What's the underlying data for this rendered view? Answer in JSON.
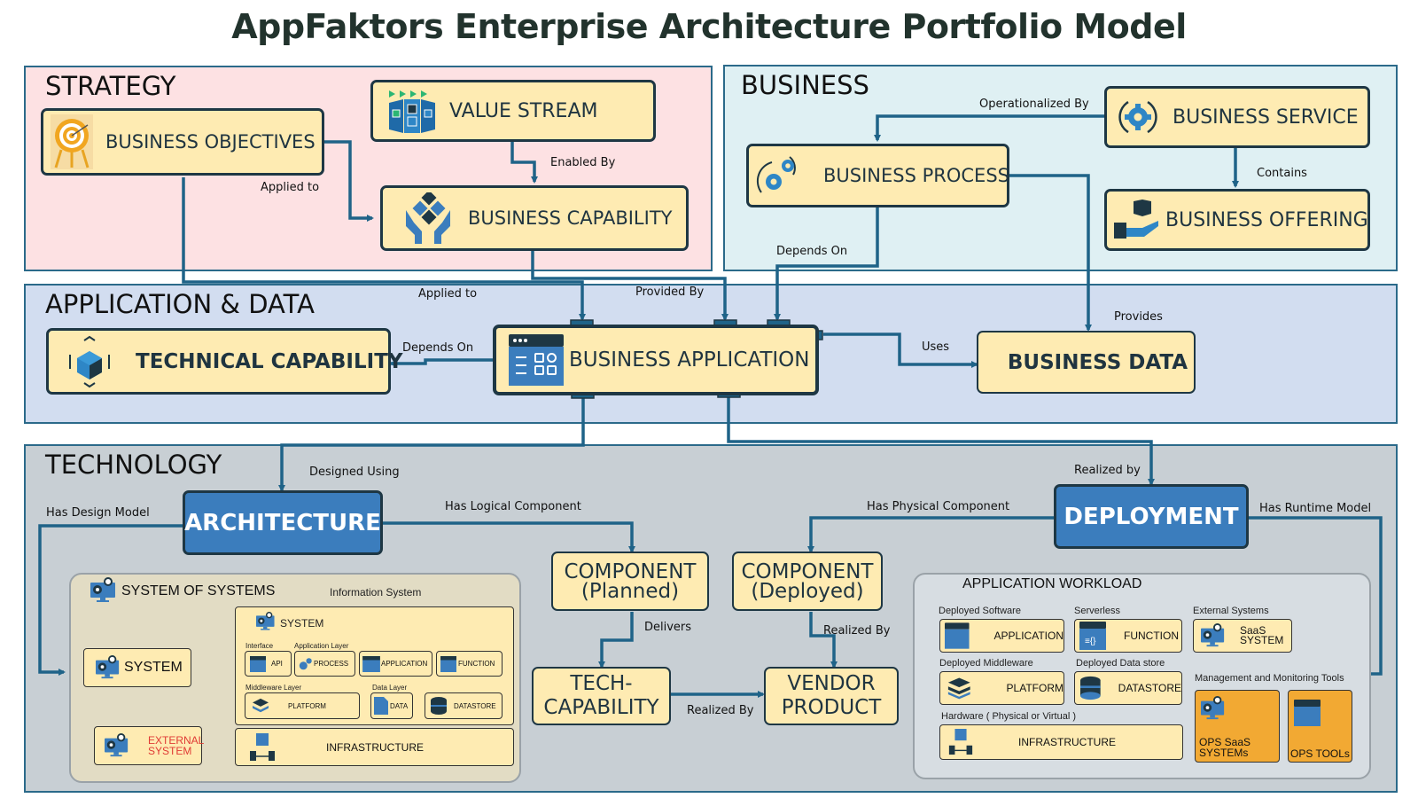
{
  "title": "AppFaktors Enterprise Architecture Portfolio Model",
  "colors": {
    "region_strategy": "#fde1e3",
    "region_business": "#dff0f3",
    "region_appdata": "#d2ddf0",
    "region_technology": "#c8cfd4",
    "node_fill": "#feebb2",
    "node_blue": "#3b7dbd",
    "connector": "#1f6388",
    "ops_fill": "#f2a933",
    "external_text": "#e03b35"
  },
  "regions": {
    "strategy": "STRATEGY",
    "business": "BUSINESS",
    "appdata": "APPLICATION & DATA",
    "technology": "TECHNOLOGY"
  },
  "nodes": {
    "business_objectives": "BUSINESS OBJECTIVES",
    "value_stream": "VALUE STREAM",
    "business_capability": "BUSINESS CAPABILITY",
    "business_service": "BUSINESS SERVICE",
    "business_process": "BUSINESS PROCESS",
    "business_offering": "BUSINESS OFFERING",
    "technical_capability": "TECHNICAL CAPABILITY",
    "business_application": "BUSINESS APPLICATION",
    "business_data": "BUSINESS DATA",
    "architecture": "ARCHITECTURE",
    "deployment": "DEPLOYMENT",
    "component_planned": "COMPONENT (Planned)",
    "component_deployed": "COMPONENT (Deployed)",
    "tech_capability": "TECH- CAPABILITY",
    "vendor_product": "VENDOR PRODUCT"
  },
  "edges": {
    "applied_to_1": "Applied to",
    "enabled_by": "Enabled By",
    "operationalized_by": "Operationalized By",
    "contains": "Contains",
    "depends_on_process": "Depends On",
    "applied_to_2": "Applied to",
    "provided_by": "Provided By",
    "provides": "Provides",
    "depends_on_tech": "Depends On",
    "uses": "Uses",
    "designed_using": "Designed Using",
    "realized_by_deploy": "Realized by",
    "has_design_model": "Has Design Model",
    "has_logical_component": "Has Logical Component",
    "has_physical_component": "Has Physical Component",
    "has_runtime_model": "Has Runtime Model",
    "delivers": "Delivers",
    "realized_by_vendor": "Realized By",
    "realized_by_tech": "Realized By"
  },
  "system_of_systems": {
    "title": "SYSTEM OF SYSTEMS",
    "info_system_label": "Information System",
    "system": "SYSTEM",
    "inner_system": "SYSTEM",
    "external_system": "EXTERNAL SYSTEM",
    "interface_label": "Interface",
    "application_layer_label": "Application Layer",
    "middleware_layer_label": "Middleware Layer",
    "data_layer_label": "Data Layer",
    "api": "API",
    "api_icon_text": "API",
    "process": "PROCESS",
    "application": "APPLICATION",
    "function": "FUNCTION",
    "platform": "PLATFORM",
    "data": "DATA",
    "datastore": "DATASTORE",
    "infrastructure": "INFRASTRUCTURE"
  },
  "application_workload": {
    "title": "APPLICATION WORKLOAD",
    "deployed_software_label": "Deployed Software",
    "serverless_label": "Serverless",
    "external_systems_label": "External Systems",
    "deployed_middleware_label": "Deployed Middleware",
    "deployed_datastore_label": "Deployed Data store",
    "hardware_label": "Hardware ( Physical or Virtual )",
    "mgmt_label": "Management and Monitoring Tools",
    "application": "APPLICATION",
    "function": "FUNCTION",
    "saas_system": "SaaS SYSTEM",
    "platform": "PLATFORM",
    "datastore": "DATASTORE",
    "infrastructure": "INFRASTRUCTURE",
    "ops_saas": "OPS SaaS SYSTEMs",
    "ops_tools": "OPS TOOLs"
  }
}
